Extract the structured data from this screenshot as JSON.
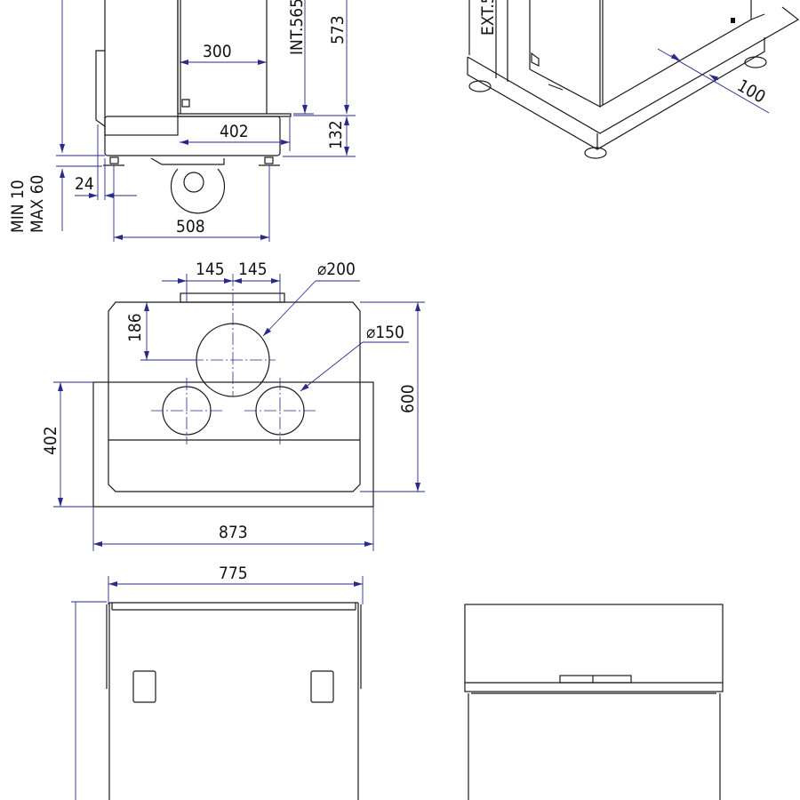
{
  "side_view": {
    "dim_300": "300",
    "dim_int565": "INT.565",
    "dim_573": "573",
    "dim_402": "402",
    "dim_132": "132",
    "dim_24": "24",
    "dim_508": "508",
    "feet_min": "MIN 10",
    "feet_max": "MAX 60"
  },
  "iso_view": {
    "dim_ext": "EXT.5",
    "dim_100": "100"
  },
  "top_view": {
    "dim_145_left": "145",
    "dim_145_right": "145",
    "dim_dia200": "⌀200",
    "dim_dia150": "⌀150",
    "dim_186": "186",
    "dim_600": "600",
    "dim_402": "402",
    "dim_873": "873"
  },
  "front_view": {
    "dim_775": "775"
  }
}
